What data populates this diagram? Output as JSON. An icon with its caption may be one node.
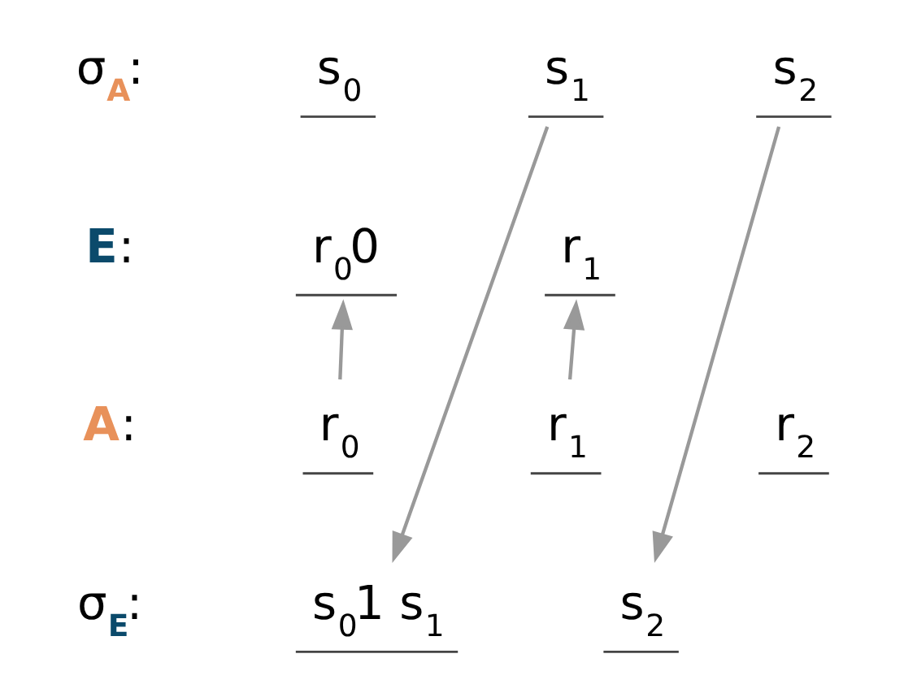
{
  "diagram": {
    "nodes": [
      {
        "text": [
          "s$_{0}$"
        ]
      },
      {
        "text": [
          "s$_{1}$"
        ]
      },
      {
        "text": [
          "s$_{2}$"
        ]
      },
      {
        "text": [
          "r$_{0}$0"
        ]
      },
      {
        "text": [
          "r$_{1}$"
        ]
      },
      {
        "text": [
          "r$_{0}$"
        ]
      },
      {
        "text": [
          "r$_{1}$"
        ]
      },
      {
        "text": [
          "r$_{2}$"
        ]
      },
      {
        "text": [
          "s$_{0}$1 s$_{1}$"
        ]
      },
      {
        "text": [
          "s$_{2}$"
        ]
      }
    ],
    "edges": [
      {
        "from": 5,
        "to": 3,
        "arrow": "to"
      },
      {
        "from": 6,
        "to": 4,
        "arrow": "to"
      },
      {
        "from": 1,
        "to": 8,
        "arrow": "to"
      },
      {
        "from": 2,
        "to": 9,
        "arrow": "to"
      }
    ],
    "labels": [
      "σ$_{A}$:",
      "E:",
      "A:",
      "σ$_{E}$:"
    ]
  }
}
